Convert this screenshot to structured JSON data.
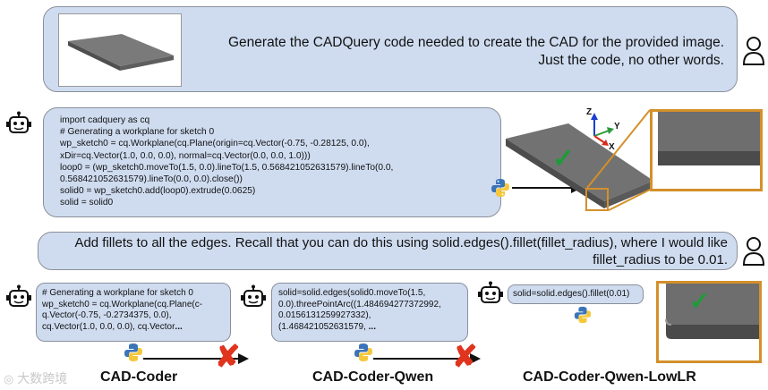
{
  "prompt1": {
    "line1": "Generate the CADQuery code needed to create the CAD for the provided image.",
    "line2": "Just the code, no other words."
  },
  "response1": {
    "code": "import cadquery as cq\n# Generating a workplane for sketch 0\nwp_sketch0 = cq.Workplane(cq.Plane(origin=cq.Vector(-0.75, -0.28125, 0.0),\nxDir=cq.Vector(1.0, 0.0, 0.0), normal=cq.Vector(0.0, 0.0, 1.0)))\nloop0 = (wp_sketch0.moveTo(1.5, 0.0).lineTo(1.5, 0.568421052631579).lineTo(0.0,\n0.568421052631579).lineTo(0.0, 0.0).close())\nsolid0 = wp_sketch0.add(loop0).extrude(0.0625)\nsolid = solid0"
  },
  "axes": {
    "z": "Z",
    "y": "Y",
    "x": "X"
  },
  "prompt2": {
    "line1": "Add fillets to all the edges. Recall that you can do this using solid.edges().fillet(fillet_radius), where I would like",
    "line2": "fillet_radius to be 0.01."
  },
  "models": [
    {
      "code": "# Generating a workplane for sketch 0\nwp_sketch0 = cq.Workplane(cq.Plane(c-\nq.Vector(-0.75, -0.2734375, 0.0),\ncq.Vector(1.0, 0.0, 0.0), cq.Vector",
      "ellipsis": "...",
      "name": "CAD-Coder"
    },
    {
      "code": "solid=solid.edges(solid0.moveTo(1.5,\n0.0).threePointArc((1.484694277372992,\n0.0156131259927332),\n(1.468421052631579, ",
      "ellipsis": "...",
      "name": "CAD-Coder-Qwen"
    },
    {
      "code": "solid=solid.edges().fillet(0.01)",
      "ellipsis": "",
      "name": "CAD-Coder-Qwen-LowLR"
    }
  ],
  "watermark": "大数跨境",
  "colors": {
    "bubble": "#cfdcf0",
    "check": "#1f9a3a",
    "cross": "#e0341e",
    "zoom_frame": "#d4902a",
    "plate": "#6f6f6f"
  }
}
